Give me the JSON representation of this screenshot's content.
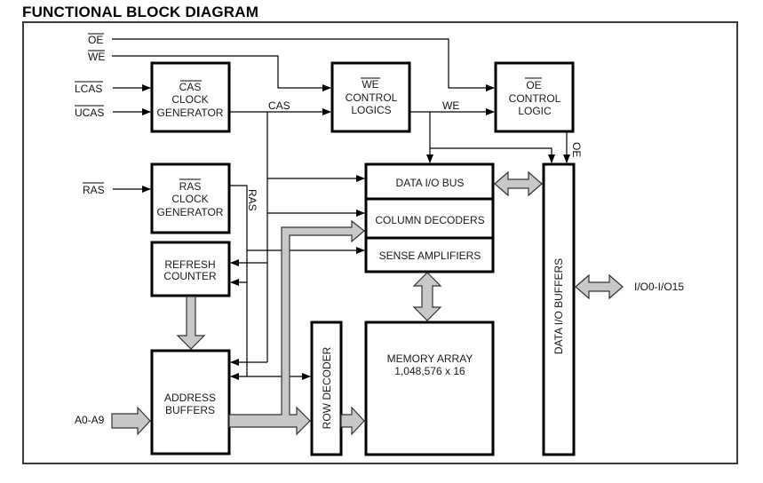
{
  "title": "FUNCTIONAL BLOCK DIAGRAM",
  "inputs": {
    "oe": "OE",
    "we": "WE",
    "lcas": "LCAS",
    "ucas": "UCAS",
    "ras": "RAS",
    "address": "A0-A9",
    "io": "I/O0-I/O15"
  },
  "signals": {
    "cas": "CAS",
    "we": "WE",
    "ras": "RAS",
    "oe": "OE"
  },
  "blocks": {
    "cas_clock": {
      "line1": "CAS",
      "line2": "CLOCK",
      "line3": "GENERATOR"
    },
    "we_control": {
      "line1": "WE",
      "line2": "CONTROL",
      "line3": "LOGICS"
    },
    "oe_control": {
      "line1": "OE",
      "line2": "CONTROL",
      "line3": "LOGIC"
    },
    "ras_clock": {
      "line1": "RAS",
      "line2": "CLOCK",
      "line3": "GENERATOR"
    },
    "refresh_counter": {
      "line1": "REFRESH",
      "line2": "COUNTER"
    },
    "address_buffers": {
      "line1": "ADDRESS",
      "line2": "BUFFERS"
    },
    "row_decoder": "ROW DECODER",
    "data_io_bus": "DATA I/O BUS",
    "column_decoders": "COLUMN DECODERS",
    "sense_amplifiers": "SENSE AMPLIFIERS",
    "memory_array": {
      "line1": "MEMORY ARRAY",
      "line2": "1,048,576 x 16"
    },
    "data_io_buffers": "DATA I/O BUFFERS"
  }
}
